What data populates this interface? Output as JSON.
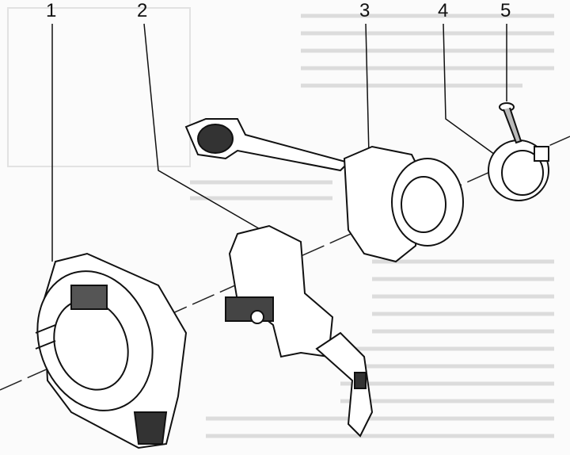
{
  "diagram": {
    "type": "exploded-view",
    "callouts": [
      "1",
      "2",
      "3",
      "4",
      "5"
    ]
  }
}
